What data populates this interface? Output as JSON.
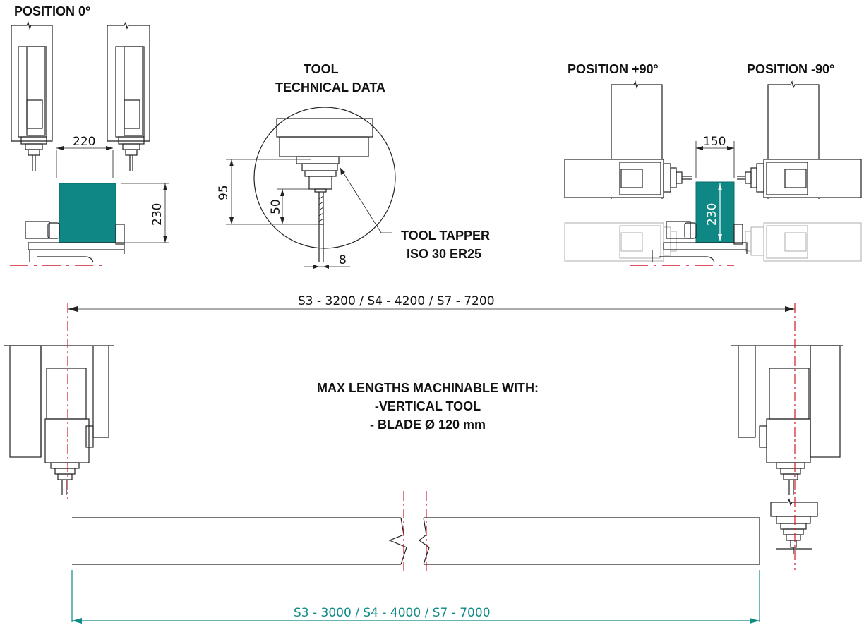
{
  "labels": {
    "position_0": "POSITION 0°",
    "position_plus90": "POSITION +90°",
    "position_minus90": "POSITION -90°",
    "tool_data_line1": "TOOL",
    "tool_data_line2": "TECHNICAL DATA",
    "tool_tapper_line1": "TOOL TAPPER",
    "tool_tapper_line2": "ISO 30 ER25",
    "max_lengths_line1": "MAX LENGTHS MACHINABLE WITH:",
    "max_lengths_line2": "-VERTICAL TOOL",
    "max_lengths_line3": "- BLADE Ø 120 mm"
  },
  "dimensions": {
    "spindle_distance": "220",
    "height_0": "230",
    "tool_95": "95",
    "tool_50": "50",
    "tool_8": "8",
    "side_distance": "150",
    "height_90": "230",
    "total_travel": "S3 - 3200 / S4 - 4200 / S7 - 7200",
    "workpiece_length": "S3 - 3000 / S4 - 4000 / S7 - 7000"
  },
  "colors": {
    "workpiece": "#0f8784",
    "centerline": "#d21a2a",
    "dimension_teal": "#0f8b86"
  }
}
